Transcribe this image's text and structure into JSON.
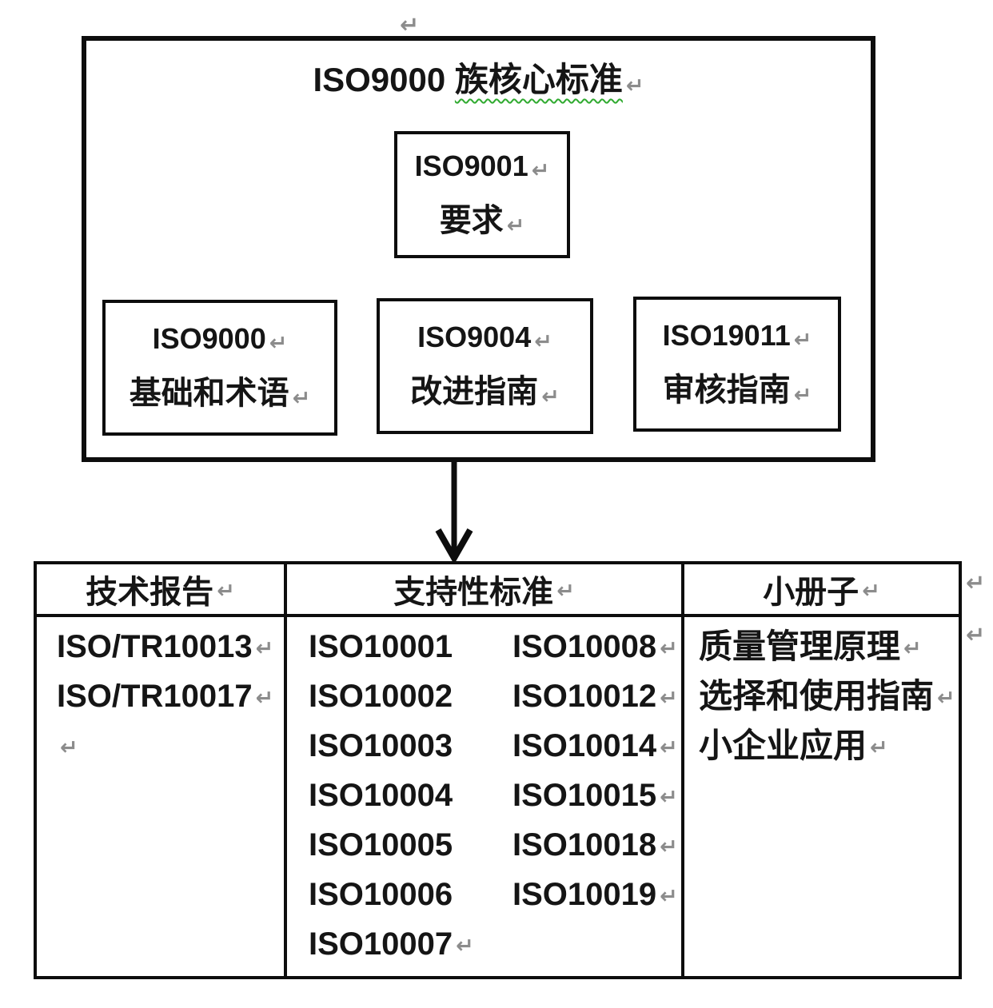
{
  "marks": {
    "pilcrow": "↵"
  },
  "colors": {
    "border": "#0d0d0d",
    "text": "#151515",
    "pilcrow": "#8c8c8c",
    "spellcheck_squiggle": "#2faa2f"
  },
  "diagram": {
    "title": {
      "part1": "ISO9000",
      "part2": "族核心标准"
    },
    "boxes": [
      {
        "code": "ISO9001",
        "label": "要求"
      },
      {
        "code": "ISO9000",
        "label": "基础和术语"
      },
      {
        "code": "ISO9004",
        "label": "改进指南"
      },
      {
        "code": "ISO19011",
        "label": "审核指南"
      }
    ]
  },
  "table": {
    "headers": [
      {
        "label": "技术报告"
      },
      {
        "label": "支持性标准"
      },
      {
        "label": "小册子"
      }
    ],
    "tech_reports": [
      "ISO/TR10013",
      "ISO/TR10017",
      ""
    ],
    "supporting_standards": [
      {
        "left": "ISO10001",
        "right": "ISO10008"
      },
      {
        "left": "ISO10002",
        "right": "ISO10012"
      },
      {
        "left": "ISO10003",
        "right": "ISO10014"
      },
      {
        "left": "ISO10004",
        "right": "ISO10015"
      },
      {
        "left": "ISO10005",
        "right": "ISO10018"
      },
      {
        "left": "ISO10006",
        "right": "ISO10019"
      },
      {
        "left": "ISO10007",
        "right": ""
      }
    ],
    "booklets": [
      "质量管理原理",
      "选择和使用指南",
      "小企业应用"
    ]
  }
}
